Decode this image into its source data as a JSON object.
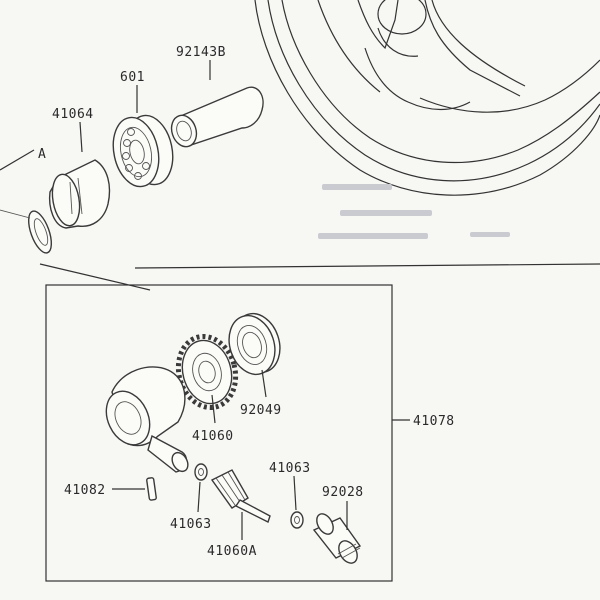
{
  "labels": {
    "p92143B": "92143B",
    "p601": "601",
    "p41064": "41064",
    "pA": "A",
    "p92049": "92049",
    "p41060": "41060",
    "p41078": "41078",
    "p41082": "41082",
    "p41063a": "41063",
    "p41063b": "41063",
    "p92028": "92028",
    "p41060A": "41060A"
  }
}
